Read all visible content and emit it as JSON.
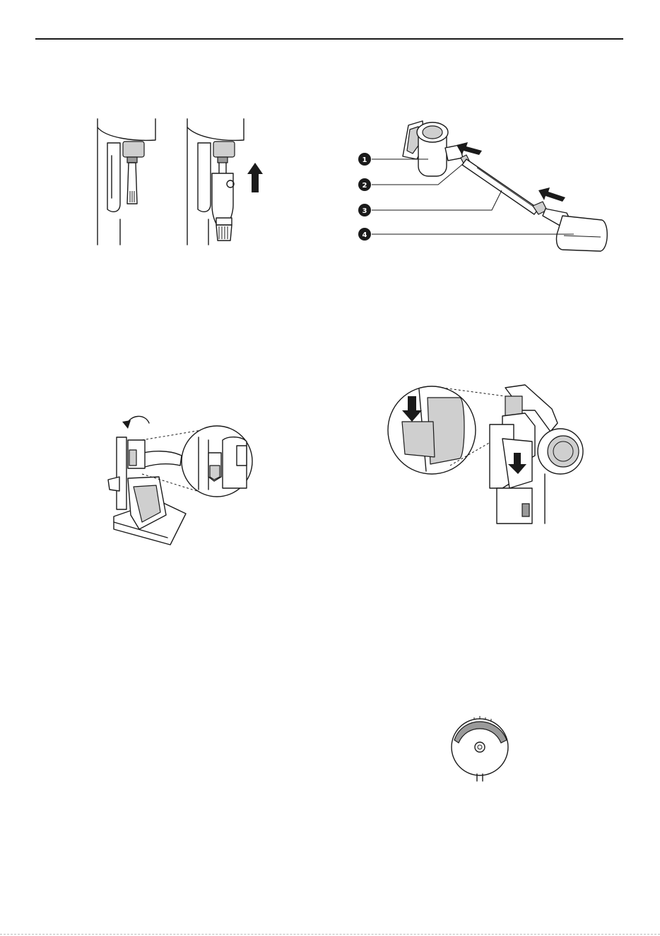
{
  "callouts": [
    "1",
    "2",
    "3",
    "4"
  ]
}
